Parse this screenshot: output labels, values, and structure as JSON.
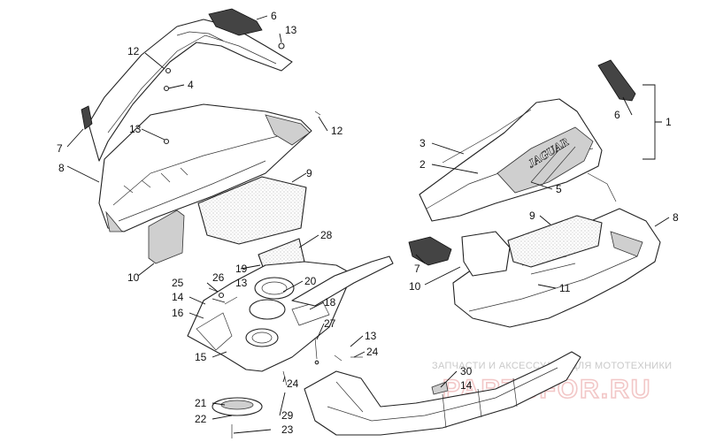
{
  "callouts": [
    {
      "id": "c6a",
      "label": "6"
    },
    {
      "id": "c13a",
      "label": "13"
    },
    {
      "id": "c12a",
      "label": "12"
    },
    {
      "id": "c4",
      "label": "4"
    },
    {
      "id": "c7a",
      "label": "7"
    },
    {
      "id": "c13b",
      "label": "13"
    },
    {
      "id": "c12b",
      "label": "12"
    },
    {
      "id": "c8a",
      "label": "8"
    },
    {
      "id": "c9a",
      "label": "9"
    },
    {
      "id": "c10a",
      "label": "10"
    },
    {
      "id": "c28",
      "label": "28"
    },
    {
      "id": "c19",
      "label": "19"
    },
    {
      "id": "c25",
      "label": "25"
    },
    {
      "id": "c26",
      "label": "26"
    },
    {
      "id": "c13c",
      "label": "13"
    },
    {
      "id": "c20",
      "label": "20"
    },
    {
      "id": "c14a",
      "label": "14"
    },
    {
      "id": "c18",
      "label": "18"
    },
    {
      "id": "c16",
      "label": "16"
    },
    {
      "id": "c27",
      "label": "27"
    },
    {
      "id": "c15",
      "label": "15"
    },
    {
      "id": "c13d",
      "label": "13"
    },
    {
      "id": "c24a",
      "label": "24"
    },
    {
      "id": "c24b",
      "label": "24"
    },
    {
      "id": "c21",
      "label": "21"
    },
    {
      "id": "c22",
      "label": "22"
    },
    {
      "id": "c29",
      "label": "29"
    },
    {
      "id": "c23",
      "label": "23"
    },
    {
      "id": "c30",
      "label": "30"
    },
    {
      "id": "c14b",
      "label": "14"
    },
    {
      "id": "c1",
      "label": "1"
    },
    {
      "id": "c6b",
      "label": "6"
    },
    {
      "id": "c3",
      "label": "3"
    },
    {
      "id": "c2",
      "label": "2"
    },
    {
      "id": "c5",
      "label": "5"
    },
    {
      "id": "c9b",
      "label": "9"
    },
    {
      "id": "c8b",
      "label": "8"
    },
    {
      "id": "c7b",
      "label": "7"
    },
    {
      "id": "c10b",
      "label": "10"
    },
    {
      "id": "c11",
      "label": "11"
    }
  ],
  "decal_text": "JAGUAR",
  "watermark": {
    "line1": "ЗАПЧАСТИ И АКСЕССУАРЫ ДЛЯ МОТОТЕХНИКИ",
    "line2": "PARTSFOR.RU"
  }
}
